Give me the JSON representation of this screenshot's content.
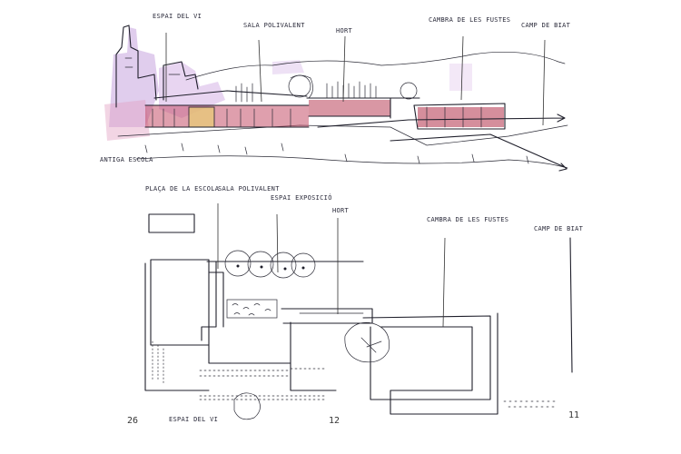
{
  "elevation": {
    "labels": {
      "espai_vi": "ESPAI DEL VI",
      "sala_polivalent": "SALA POLIVALENT",
      "hort": "HORT",
      "cambra_fustes": "CAMBRA DE LES FUSTES",
      "camp_biat": "CAMP DE BIAT",
      "antiga_escola": "ANTIGA ESCOLA"
    }
  },
  "plan": {
    "labels": {
      "placa_escola": "PLAÇA DE LA ESCOLA",
      "sala_polivalent": "SALA POLIVALENT",
      "espai_exposicio": "ESPAI EXPOSICIÓ",
      "hort": "HORT",
      "cambra_fustes": "CAMBRA DE LES FUSTES",
      "camp_biat": "CAMP DE BIAT",
      "espai_vi": "ESPAI DEL VI"
    },
    "numbers": {
      "n26": "26",
      "n12": "12",
      "n11": "11"
    }
  },
  "colors": {
    "ink": "#1f1f2b",
    "brick": "#b9425a",
    "lilac": "#b48fd0",
    "pink": "#e7a7c8",
    "ochre": "#c9a24a"
  }
}
